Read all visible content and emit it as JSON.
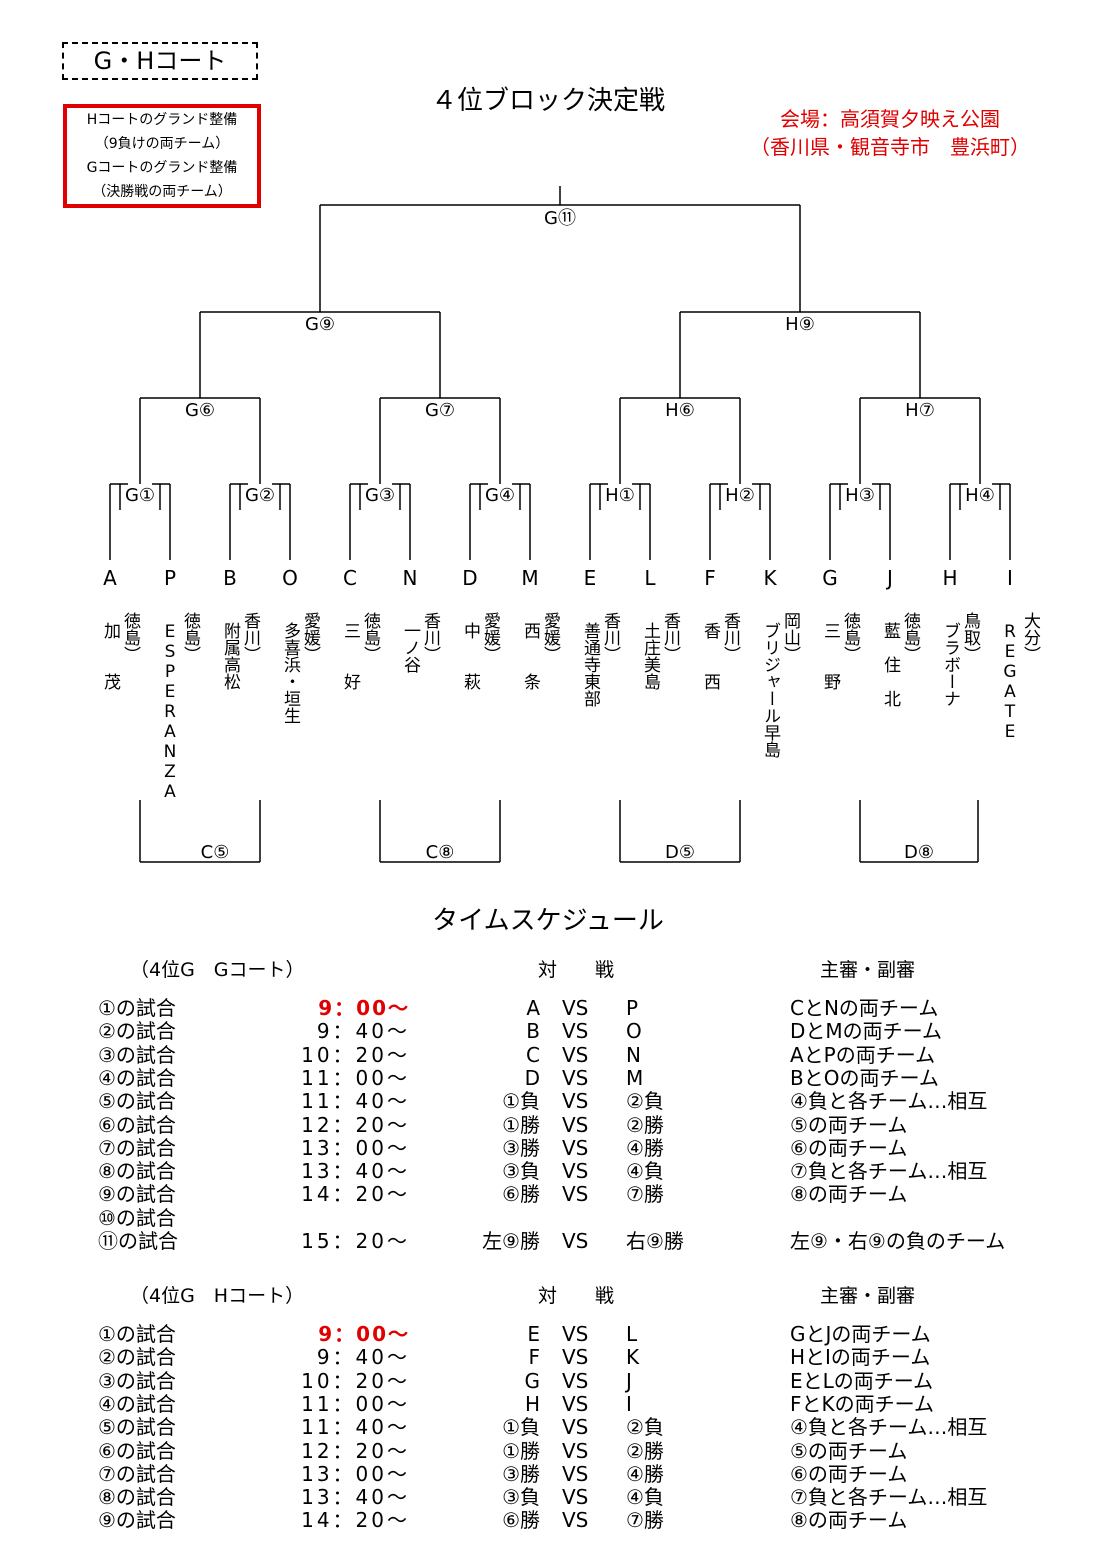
{
  "court_label": "G・Hコート",
  "notice": [
    "Hコートのグランド整備",
    "（9負けの両チーム）",
    "Gコートのグランド整備",
    "（決勝戦の両チーム）"
  ],
  "title": "４位ブロック決定戦",
  "venue": [
    "会場：高須賀夕映え公園",
    "（香川県・観音寺市　豊浜町）"
  ],
  "bracket": {
    "final": "G⑪",
    "semis": [
      "G⑨",
      "H⑨"
    ],
    "quarters": [
      "G⑥",
      "G⑦",
      "H⑥",
      "H⑦"
    ],
    "firsts": [
      "G①",
      "G②",
      "G③",
      "G④",
      "H①",
      "H②",
      "H③",
      "H④"
    ],
    "consolation": [
      "C⑤",
      "C⑧",
      "D⑤",
      "D⑧"
    ],
    "teams": [
      {
        "id": "A",
        "pref": "徳島）",
        "name": "加　　茂"
      },
      {
        "id": "P",
        "pref": "徳島）",
        "name": "ESPERANZA"
      },
      {
        "id": "B",
        "pref": "香川）",
        "name": "附属高松"
      },
      {
        "id": "O",
        "pref": "愛媛）",
        "name": "多喜浜・垣生"
      },
      {
        "id": "C",
        "pref": "徳島）",
        "name": "三　　好"
      },
      {
        "id": "N",
        "pref": "香川）",
        "name": "一ノ谷"
      },
      {
        "id": "D",
        "pref": "愛媛）",
        "name": "中　　萩"
      },
      {
        "id": "M",
        "pref": "愛媛）",
        "name": "西　　条"
      },
      {
        "id": "E",
        "pref": "香川）",
        "name": "善通寺東部"
      },
      {
        "id": "L",
        "pref": "香川）",
        "name": "土庄美島"
      },
      {
        "id": "F",
        "pref": "香川）",
        "name": "香　　西"
      },
      {
        "id": "K",
        "pref": "岡山）",
        "name": "ブリジャール早島"
      },
      {
        "id": "G",
        "pref": "徳島）",
        "name": "三　　野"
      },
      {
        "id": "J",
        "pref": "徳島）",
        "name": "藍　住　北"
      },
      {
        "id": "H",
        "pref": "鳥取）",
        "name": "ブラボーナ"
      },
      {
        "id": "I",
        "pref": "大分）",
        "name": "REGATE"
      }
    ]
  },
  "schedule_title": "タイムスケジュール",
  "g_schedule": {
    "header": {
      "court": "（4位G　Gコート）",
      "match": "対　　戦",
      "referee": "主審・副審"
    },
    "rows": [
      {
        "game": "①の試合",
        "time": "9：00～",
        "left": "A",
        "vs": "VS",
        "right": "P",
        "ref": "CとNの両チーム"
      },
      {
        "game": "②の試合",
        "time": "9：40～",
        "left": "B",
        "vs": "VS",
        "right": "O",
        "ref": "DとMの両チーム"
      },
      {
        "game": "③の試合",
        "time": "10：20～",
        "left": "C",
        "vs": "VS",
        "right": "N",
        "ref": "AとPの両チーム"
      },
      {
        "game": "④の試合",
        "time": "11：00～",
        "left": "D",
        "vs": "VS",
        "right": "M",
        "ref": "BとOの両チーム"
      },
      {
        "game": "⑤の試合",
        "time": "11：40～",
        "left": "①負",
        "vs": "VS",
        "right": "②負",
        "ref": "④負と各チーム…相互"
      },
      {
        "game": "⑥の試合",
        "time": "12：20～",
        "left": "①勝",
        "vs": "VS",
        "right": "②勝",
        "ref": "⑤の両チーム"
      },
      {
        "game": "⑦の試合",
        "time": "13：00～",
        "left": "③勝",
        "vs": "VS",
        "right": "④勝",
        "ref": "⑥の両チーム"
      },
      {
        "game": "⑧の試合",
        "time": "13：40～",
        "left": "③負",
        "vs": "VS",
        "right": "④負",
        "ref": "⑦負と各チーム…相互"
      },
      {
        "game": "⑨の試合",
        "time": "14：20～",
        "left": "⑥勝",
        "vs": "VS",
        "right": "⑦勝",
        "ref": "⑧の両チーム"
      },
      {
        "game": "⑩の試合",
        "time": "",
        "left": "",
        "vs": "",
        "right": "",
        "ref": ""
      },
      {
        "game": "⑪の試合",
        "time": "15：20～",
        "left": "左⑨勝",
        "vs": "VS",
        "right": "右⑨勝",
        "ref": "左⑨・右⑨の負のチーム"
      }
    ]
  },
  "h_schedule": {
    "header": {
      "court": "（4位G　Hコート）",
      "match": "対　　戦",
      "referee": "主審・副審"
    },
    "rows": [
      {
        "game": "①の試合",
        "time": "9：00～",
        "left": "E",
        "vs": "VS",
        "right": "L",
        "ref": "GとJの両チーム"
      },
      {
        "game": "②の試合",
        "time": "9：40～",
        "left": "F",
        "vs": "VS",
        "right": "K",
        "ref": "HとIの両チーム"
      },
      {
        "game": "③の試合",
        "time": "10：20～",
        "left": "G",
        "vs": "VS",
        "right": "J",
        "ref": "EとLの両チーム"
      },
      {
        "game": "④の試合",
        "time": "11：00～",
        "left": "H",
        "vs": "VS",
        "right": "I",
        "ref": "FとKの両チーム"
      },
      {
        "game": "⑤の試合",
        "time": "11：40～",
        "left": "①負",
        "vs": "VS",
        "right": "②負",
        "ref": "④負と各チーム…相互"
      },
      {
        "game": "⑥の試合",
        "time": "12：20～",
        "left": "①勝",
        "vs": "VS",
        "right": "②勝",
        "ref": "⑤の両チーム"
      },
      {
        "game": "⑦の試合",
        "time": "13：00～",
        "left": "③勝",
        "vs": "VS",
        "right": "④勝",
        "ref": "⑥の両チーム"
      },
      {
        "game": "⑧の試合",
        "time": "13：40～",
        "left": "③負",
        "vs": "VS",
        "right": "④負",
        "ref": "⑦負と各チーム…相互"
      },
      {
        "game": "⑨の試合",
        "time": "14：20～",
        "left": "⑥勝",
        "vs": "VS",
        "right": "⑦勝",
        "ref": "⑧の両チーム"
      }
    ]
  },
  "colors": {
    "accent": "#e00000"
  }
}
